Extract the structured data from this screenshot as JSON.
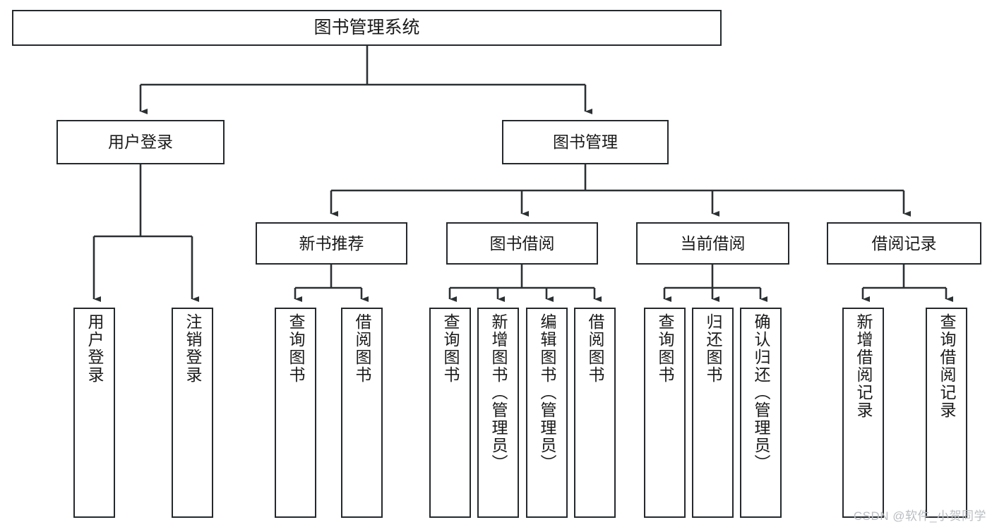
{
  "diagram": {
    "title": "图书管理系统",
    "type": "tree-hierarchy",
    "watermark": "CSDN @软件_小贺同学",
    "colors": {
      "box_border": "#24292c",
      "box_fill": "#ffffff",
      "connector": "#2b3033",
      "text": "#1a1a1a",
      "watermark": "#b9bdc2"
    },
    "root": {
      "label": "图书管理系统"
    },
    "level2": [
      {
        "label": "用户登录"
      },
      {
        "label": "图书管理"
      }
    ],
    "level3": [
      {
        "label": "新书推荐"
      },
      {
        "label": "图书借阅"
      },
      {
        "label": "当前借阅"
      },
      {
        "label": "借阅记录"
      }
    ],
    "leaves": {
      "user_login": [
        {
          "label": "用户登录"
        },
        {
          "label": "注销登录"
        }
      ],
      "new_book_recommend": [
        {
          "label": "查询图书"
        },
        {
          "label": "借阅图书"
        }
      ],
      "book_borrow": [
        {
          "label": "查询图书"
        },
        {
          "label": "新增图书（管理员）"
        },
        {
          "label": "编辑图书（管理员）"
        },
        {
          "label": "借阅图书"
        }
      ],
      "current_borrow": [
        {
          "label": "查询图书"
        },
        {
          "label": "归还图书"
        },
        {
          "label": "确认归还（管理员）"
        }
      ],
      "borrow_record": [
        {
          "label": "新增借阅记录"
        },
        {
          "label": "查询借阅记录"
        }
      ]
    }
  }
}
